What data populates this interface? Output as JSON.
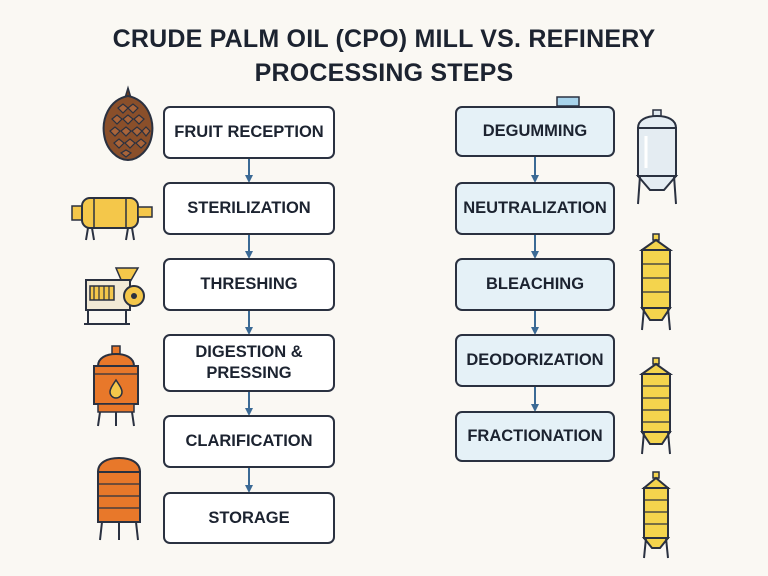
{
  "title": {
    "line1": "CRUDE PALM OIL (CPO) MILL VS. REFINERY",
    "line2": "PROCESSING STEPS"
  },
  "mill_steps": [
    {
      "label": "FRUIT RECEPTION",
      "icon": "palm-fruit-bunch-icon"
    },
    {
      "label": "STERILIZATION",
      "icon": "sterilizer-vessel-icon"
    },
    {
      "label": "THRESHING",
      "icon": "thresher-machine-icon"
    },
    {
      "label": "DIGESTION & PRESSING",
      "icon": "digester-tank-icon"
    },
    {
      "label": "CLARIFICATION",
      "icon": "clarification-tank-icon"
    },
    {
      "label": "STORAGE",
      "icon": "storage-silo-icon"
    }
  ],
  "refinery_steps": [
    {
      "label": "DEGUMMING",
      "icon": "degumming-tank-icon"
    },
    {
      "label": "NEUTRALIZATION",
      "icon": "neutralizer-column-icon"
    },
    {
      "label": "BLEACHING",
      "icon": "bleaching-column-icon"
    },
    {
      "label": "DEODORIZATION",
      "icon": "deodorizer-column-icon"
    },
    {
      "label": "FRACTIONATION",
      "icon": "fractionation-column-icon"
    }
  ],
  "colors": {
    "outline": "#2a3140",
    "arrow": "#3b6a95",
    "mill_box": "#ffffff",
    "refinery_box": "#e5f1f7",
    "orange": "#e8782a",
    "yellow": "#f4d44d",
    "brown": "#8a4f2a",
    "background": "#faf8f3"
  }
}
